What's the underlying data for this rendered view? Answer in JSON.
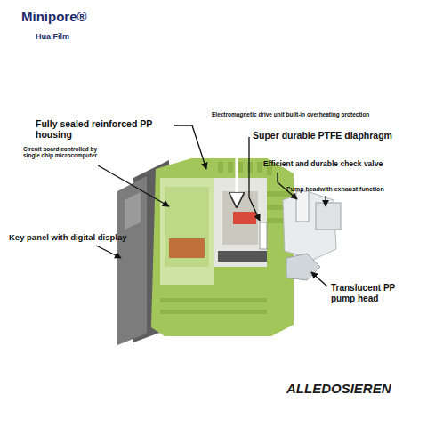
{
  "diagram": {
    "labels": [
      "Minipore®",
      "Hua Film",
      "Fully sealed reinforced PP housing",
      "Electromagnetic drive unit built-in overheating protection",
      "Super durable PTFE diaphragm",
      "Efficient and durable check valve",
      "Pump headwith exhaust function",
      "Circuit board controlled by single chip microcomputer",
      "Key panel with digital display",
      "Translucent PP pump head",
      "ALLEDOSIEREN"
    ]
  }
}
